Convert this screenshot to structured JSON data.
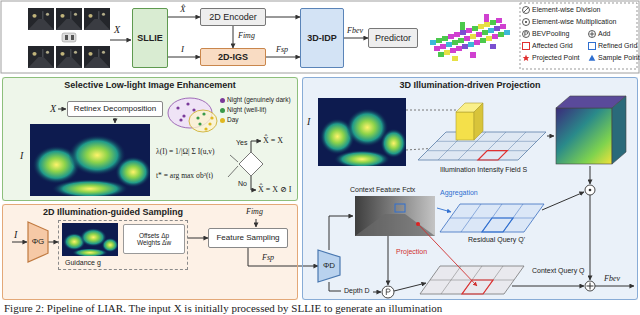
{
  "diagram": {
    "caption": "Figure 2: Pipeline of LIAR. The input X is initially processed by SLLIE to generate an illumination",
    "nodes": [
      {
        "text": [
          "SLLIE"
        ]
      },
      {
        "text": [
          "2D Encoder"
        ]
      },
      {
        "text": [
          "2D-IGS"
        ]
      },
      {
        "text": [
          "3D-IDP"
        ]
      },
      {
        "text": [
          "Predictor"
        ]
      },
      {
        "text": [
          "Selective Low-light Image Enhancement"
        ]
      },
      {
        "text": [
          "Retinex Decomposition"
        ],
        "in": 5
      },
      {
        "text": [
          "2D Illumination-guided Sampling"
        ]
      },
      {
        "text": [
          "ΦG"
        ],
        "in": 7
      },
      {
        "text": [
          "Guidance g"
        ],
        "in": 7
      },
      {
        "text": [
          "Offsets Δp",
          "Weights Δw"
        ],
        "in": 9
      },
      {
        "text": [
          "Feature Sampling"
        ],
        "in": 7
      },
      {
        "text": [
          "3D Illumination-driven Projection"
        ]
      },
      {
        "text": [
          "ΦD"
        ],
        "in": 12
      }
    ],
    "edges": [
      {
        "from": 0,
        "to": 1,
        "arrow": "to",
        "label": "X̂"
      },
      {
        "from": 0,
        "to": 2,
        "arrow": "to",
        "label": "I"
      },
      {
        "from": 1,
        "to": 2,
        "arrow": "to",
        "label": "Fimg"
      },
      {
        "from": 1,
        "to": 3,
        "arrow": "to"
      },
      {
        "from": 2,
        "to": 3,
        "arrow": "to",
        "label": "Fsp"
      },
      {
        "from": 3,
        "to": 4,
        "arrow": "to",
        "label": "Fbev"
      },
      {
        "from": 8,
        "to": 9,
        "arrow": "to"
      },
      {
        "from": 9,
        "to": 11,
        "arrow": "to"
      },
      {
        "from": 11,
        "to": 13,
        "arrow": "to",
        "label": "Fsp"
      }
    ],
    "labels": [
      "X",
      "X",
      "I",
      "λ(I) = 1/|Ω| Σ I(u,v)",
      "t* = arg max σb²(t)",
      "Yes",
      "No",
      "X̂ = X",
      "X̂ = X ⊘ I",
      "I",
      "Fimg",
      "I",
      "Illumination Intensity Field S",
      "Aggregation",
      "Projection",
      "Context Feature Fctx",
      "Residual Query Q'",
      "Context Query Q",
      "Depth D",
      "Fbev"
    ],
    "legend": [
      {
        "text": "Element-wise Division"
      },
      {
        "text": "Element-wise Multiplication"
      },
      {
        "text": "BEVPooling"
      },
      {
        "text": "Add"
      },
      {
        "text": "Affected Grid"
      },
      {
        "text": "Refined Grid"
      },
      {
        "text": "Projected Point"
      },
      {
        "text": "Sample Point"
      },
      {
        "text": "Night (genuinely dark)",
        "color": "#7a3a9a"
      },
      {
        "text": "Night (well-lit)",
        "color": "#3a9a4a"
      },
      {
        "text": "Day",
        "color": "#e0b820"
      }
    ]
  }
}
